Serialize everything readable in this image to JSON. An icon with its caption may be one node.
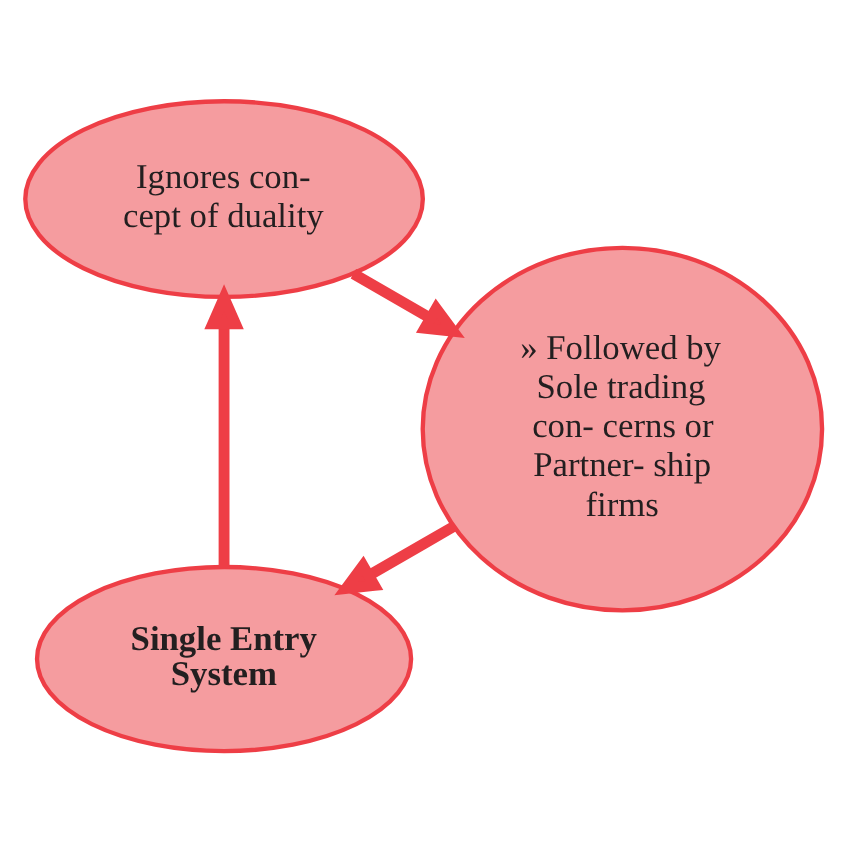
{
  "diagram": {
    "nodes": [
      {
        "text": [
          "Single Entry System"
        ]
      },
      {
        "text": [
          "Ignores con- cept of duality"
        ]
      },
      {
        "text": [
          "» Followed by Sole trading con- cerns or Partner- ship firms"
        ]
      }
    ],
    "edges": [
      {
        "from": 0,
        "to": 1,
        "arrow": "to"
      },
      {
        "from": 1,
        "to": 2,
        "arrow": "to"
      },
      {
        "from": 2,
        "to": 0,
        "arrow": "to"
      }
    ]
  }
}
